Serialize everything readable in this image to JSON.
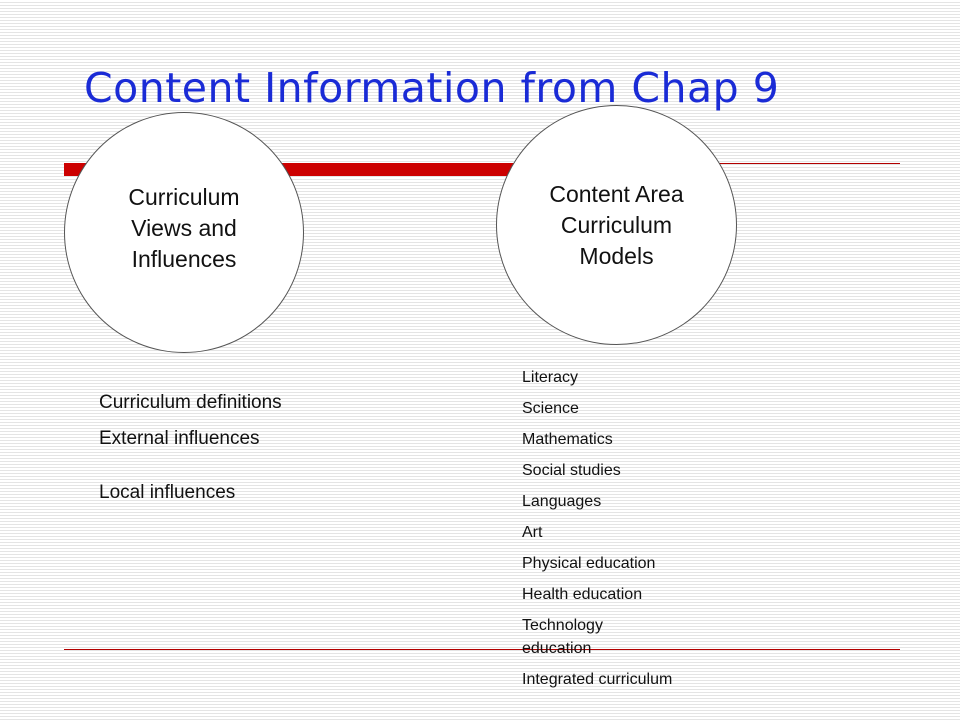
{
  "slide": {
    "title": "Content Information from Chap 9",
    "left_circle": "Curriculum Views and Influences",
    "right_circle": "Content Area Curriculum Models",
    "left_items": [
      "Curriculum definitions",
      "External influences",
      "Local influences"
    ],
    "right_items": [
      "Literacy",
      "Science",
      "Mathematics",
      "Social studies",
      "Languages",
      "Art",
      "Physical education",
      "Health education",
      "Technology education",
      "Integrated curriculum"
    ]
  },
  "colors": {
    "title": "#1a2bd6",
    "accent_bar": "#cc0000"
  }
}
